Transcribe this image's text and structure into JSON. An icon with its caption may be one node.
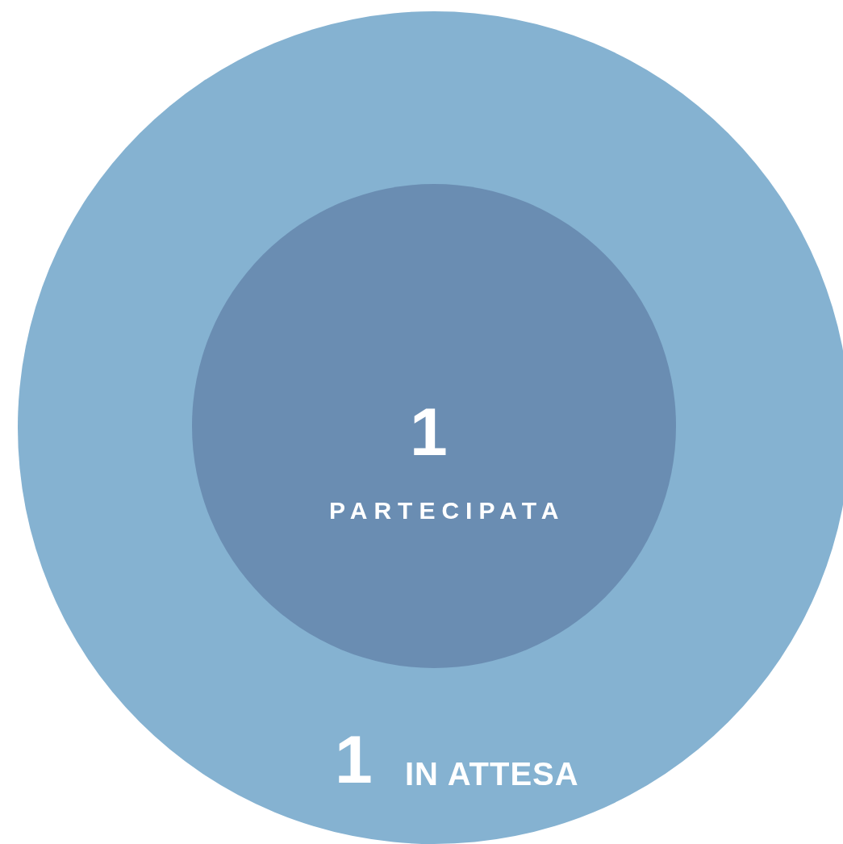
{
  "diagram": {
    "nodes": [
      {
        "text": [
          "1",
          "IN ATTESA"
        ]
      },
      {
        "text": [
          "1",
          "PARTECIPATA"
        ],
        "in": 0
      }
    ]
  }
}
